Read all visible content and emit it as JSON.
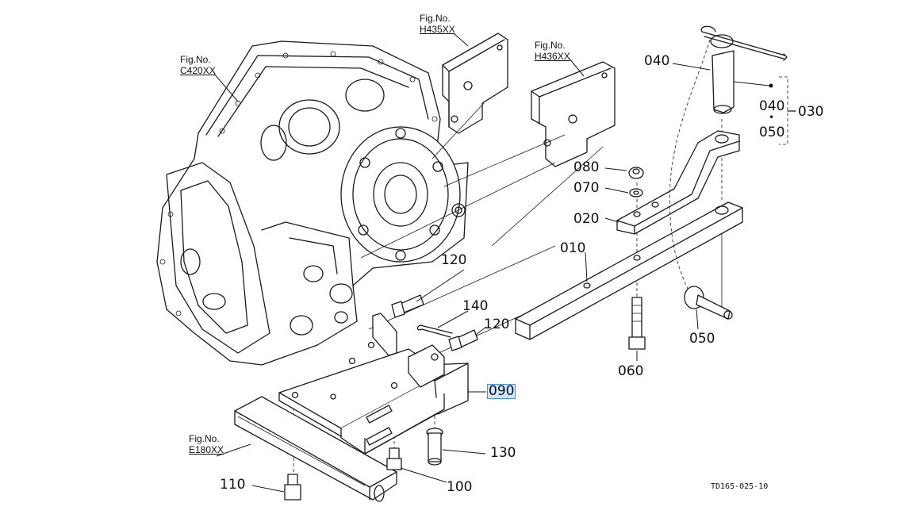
{
  "figure_refs": {
    "c420": {
      "top": "Fig.No.",
      "bottom": "C420XX"
    },
    "h435": {
      "top": "Fig.No.",
      "bottom": "H435XX"
    },
    "h436": {
      "top": "Fig.No.",
      "bottom": "H436XX"
    },
    "e180": {
      "top": "Fig.No.",
      "bottom": "E180XX"
    }
  },
  "callouts": {
    "p010": "010",
    "p020": "020",
    "p030": "030",
    "p040a": "040",
    "p040b": "040",
    "p040_bullet": "•",
    "p050a": "050",
    "p050b": "050",
    "p060": "060",
    "p070": "070",
    "p080": "080",
    "p090": "090",
    "p100": "100",
    "p110": "110",
    "p120a": "120",
    "p120b": "120",
    "p130": "130",
    "p140": "140"
  },
  "drawing_ref": "TD165-025-10",
  "highlight_color": "#cfe6ff"
}
